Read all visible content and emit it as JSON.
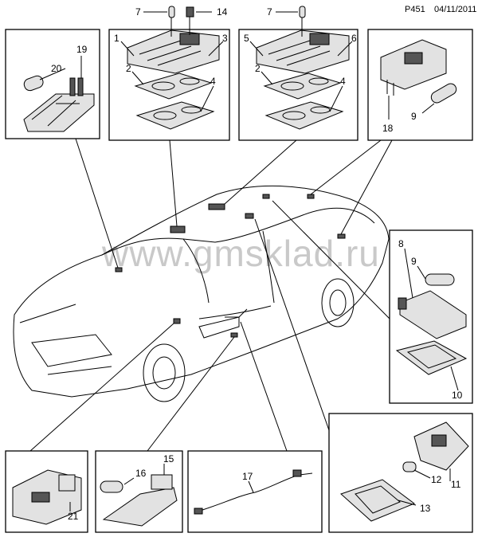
{
  "header": {
    "code": "P451",
    "date": "04/11/2011"
  },
  "watermark": "www.gmsklad.ru",
  "callouts": {
    "c1": "1",
    "c2a": "2",
    "c3": "3",
    "c4a": "4",
    "c5": "5",
    "c2b": "2",
    "c6": "6",
    "c4b": "4",
    "c7a": "7",
    "c14": "14",
    "c7b": "7",
    "c19": "19",
    "c20": "20",
    "c18": "18",
    "c9a": "9",
    "c8": "8",
    "c9b": "9",
    "c10": "10",
    "c11": "11",
    "c12": "12",
    "c13": "13",
    "c21": "21",
    "c15": "15",
    "c16": "16",
    "c17": "17"
  }
}
